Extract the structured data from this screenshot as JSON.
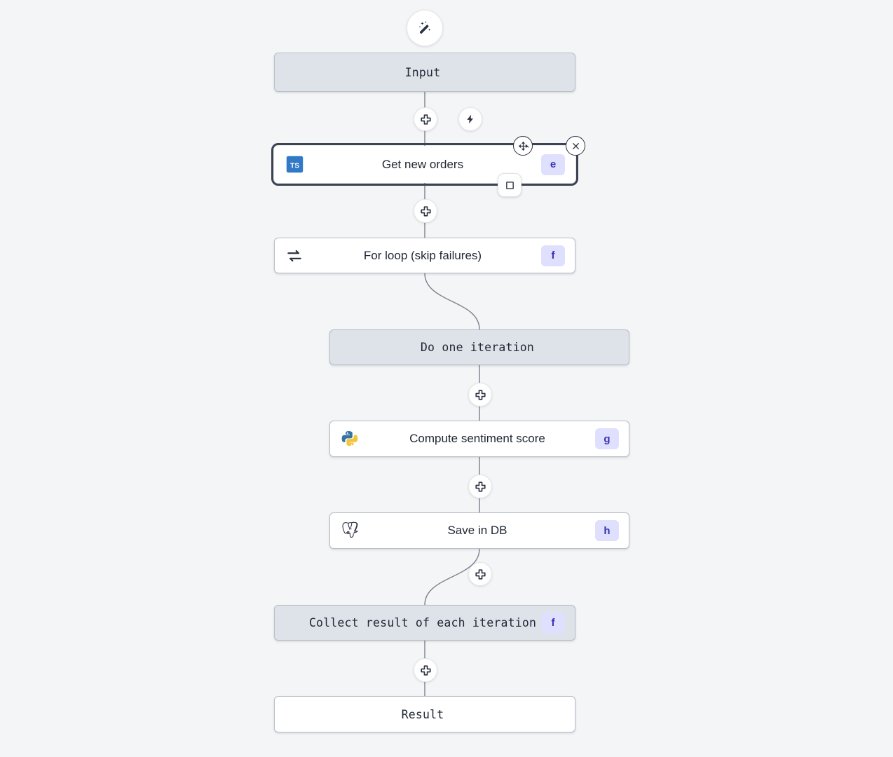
{
  "canvas": {
    "background_color": "#f4f5f7",
    "node_gray": "#dee3ea",
    "node_white": "#ffffff",
    "badge_bg": "#dfe0fd",
    "badge_fg": "#3b32b5",
    "selection_ring": "#3c4354",
    "edge_color": "#7b818c",
    "typescript_blue": "#3178c6"
  },
  "top_action": {
    "icon": "magic-wand-icon"
  },
  "nodes": {
    "input": {
      "label": "Input",
      "icon": "none",
      "badge": ""
    },
    "get_new_orders": {
      "label": "Get new orders",
      "icon": "typescript-icon",
      "icon_text": "TS",
      "badge": "e",
      "selected": true
    },
    "for_loop": {
      "label": "For loop (skip failures)",
      "icon": "loop-icon",
      "badge": "f"
    },
    "do_one_iteration": {
      "label": "Do one iteration",
      "icon": "none",
      "badge": ""
    },
    "compute_sentiment": {
      "label": "Compute sentiment score",
      "icon": "python-icon",
      "badge": "g"
    },
    "save_in_db": {
      "label": "Save in DB",
      "icon": "postgresql-icon",
      "badge": "h"
    },
    "collect_result": {
      "label": "Collect result of each iteration",
      "icon": "none",
      "badge": "f"
    },
    "result": {
      "label": "Result",
      "icon": "none",
      "badge": ""
    }
  },
  "buttons": {
    "add_step": "add-step-plus",
    "trigger": "lightning-bolt",
    "move_handle": "move-handle",
    "close": "close",
    "expand": "expand-square"
  }
}
